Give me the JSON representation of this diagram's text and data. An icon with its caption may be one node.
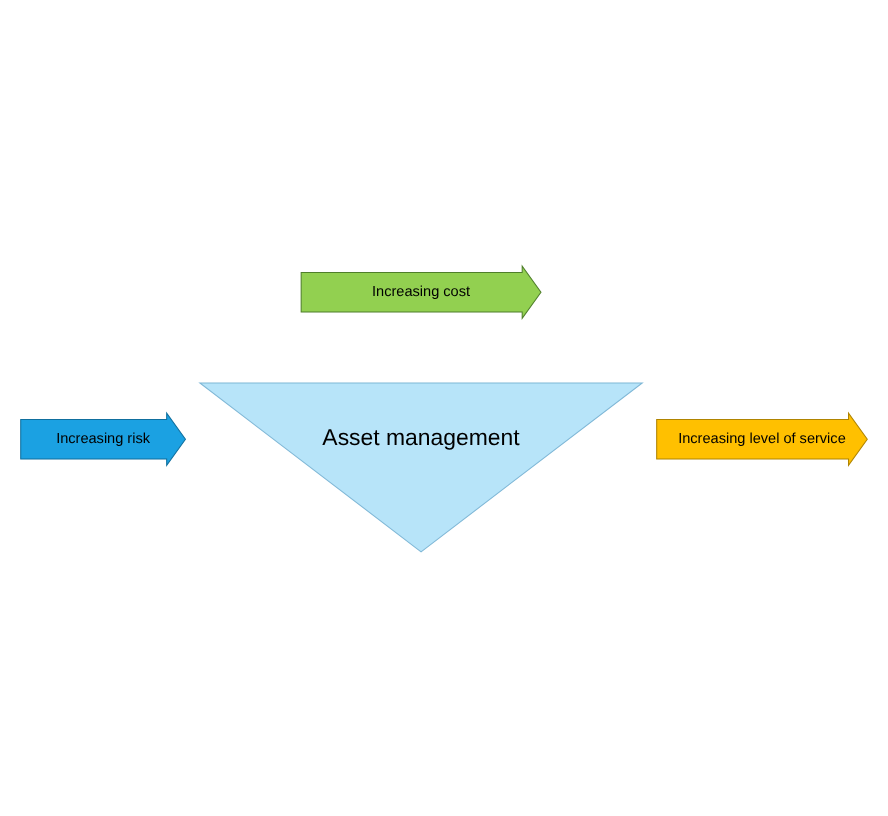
{
  "diagram": {
    "nodes": [
      {
        "text": [
          "Increasing cost"
        ]
      },
      {
        "text": [
          "Asset management"
        ]
      },
      {
        "text": [
          "Increasing risk"
        ]
      },
      {
        "text": [
          "Increasing level of service"
        ]
      }
    ]
  }
}
